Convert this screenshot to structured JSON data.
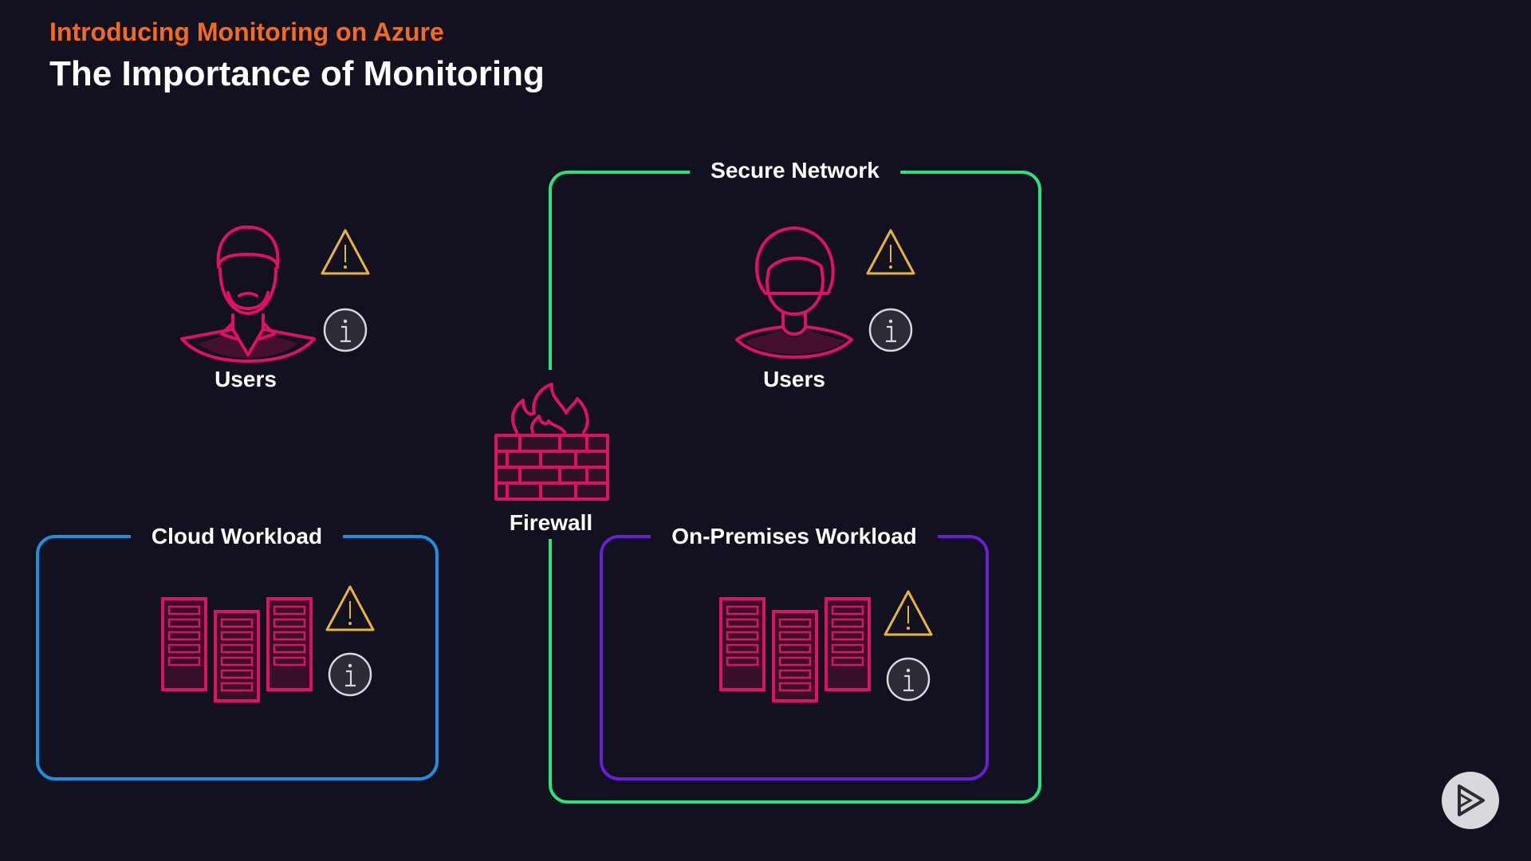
{
  "header": {
    "subtitle": "Introducing Monitoring on Azure",
    "title": "The Importance of Monitoring"
  },
  "diagram": {
    "secure_network_label": "Secure Network",
    "cloud_workload_label": "Cloud Workload",
    "on_premises_workload_label": "On-Premises Workload",
    "users_external_label": "Users",
    "users_internal_label": "Users",
    "firewall_label": "Firewall"
  },
  "colors": {
    "background": "#12111f",
    "accent_orange": "#f26b21",
    "secure_network_border": "#2ee27a",
    "cloud_workload_border": "#1e8fe0",
    "on_premises_border": "#6a1ed8",
    "icon_pink": "#e0115f",
    "warning_yellow": "#e8b53a",
    "info_circle": "#d9d9dd"
  },
  "icons": [
    "male-user-icon",
    "female-user-icon",
    "firewall-icon",
    "server-rack-icon",
    "warning-icon",
    "info-icon",
    "play-icon"
  ]
}
